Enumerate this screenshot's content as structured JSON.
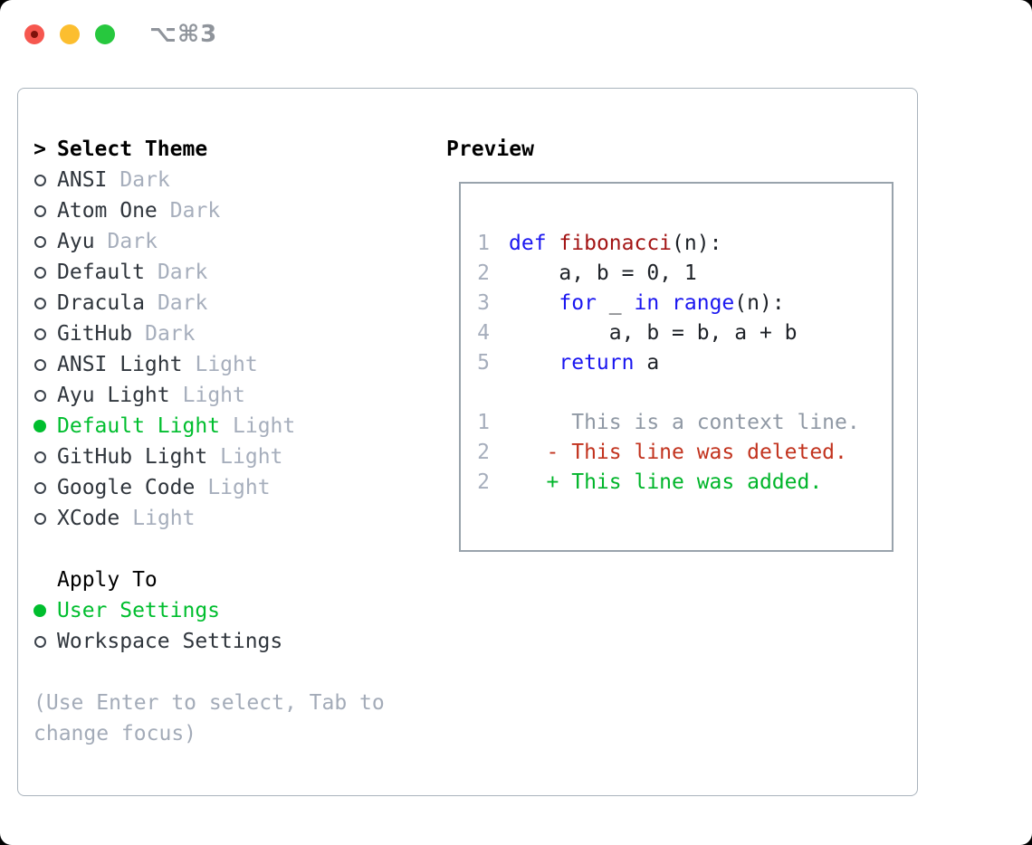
{
  "titlebar": {
    "title": "⌥⌘3"
  },
  "select_theme": {
    "marker": ">",
    "header": "Select Theme",
    "themes": [
      {
        "name": "ANSI",
        "tag": "Dark",
        "selected": false
      },
      {
        "name": "Atom One",
        "tag": "Dark",
        "selected": false
      },
      {
        "name": "Ayu",
        "tag": "Dark",
        "selected": false
      },
      {
        "name": "Default",
        "tag": "Dark",
        "selected": false
      },
      {
        "name": "Dracula",
        "tag": "Dark",
        "selected": false
      },
      {
        "name": "GitHub",
        "tag": "Dark",
        "selected": false
      },
      {
        "name": "ANSI Light",
        "tag": "Light",
        "selected": false
      },
      {
        "name": "Ayu Light",
        "tag": "Light",
        "selected": false
      },
      {
        "name": "Default Light",
        "tag": "Light",
        "selected": true
      },
      {
        "name": "GitHub Light",
        "tag": "Light",
        "selected": false
      },
      {
        "name": "Google Code",
        "tag": "Light",
        "selected": false
      },
      {
        "name": "XCode",
        "tag": "Light",
        "selected": false
      }
    ]
  },
  "apply_to": {
    "header": "Apply To",
    "options": [
      {
        "name": "User Settings",
        "selected": true
      },
      {
        "name": "Workspace Settings",
        "selected": false
      }
    ]
  },
  "hint": {
    "line1": "(Use Enter to select, Tab to",
    "line2": "change focus)"
  },
  "preview": {
    "header": "Preview",
    "lines": [
      {
        "num": "1",
        "tokens": [
          [
            "kw",
            "def"
          ],
          [
            "pl",
            " "
          ],
          [
            "fn",
            "fibonacci"
          ],
          [
            "pl",
            "(n):"
          ]
        ]
      },
      {
        "num": "2",
        "tokens": [
          [
            "pl",
            "    a, b = 0, 1"
          ]
        ]
      },
      {
        "num": "3",
        "tokens": [
          [
            "pl",
            "    "
          ],
          [
            "kw",
            "for"
          ],
          [
            "pl",
            " _ "
          ],
          [
            "kw",
            "in"
          ],
          [
            "pl",
            " "
          ],
          [
            "kw",
            "range"
          ],
          [
            "pl",
            "(n):"
          ]
        ]
      },
      {
        "num": "4",
        "tokens": [
          [
            "pl",
            "        a, b = b, a + b"
          ]
        ]
      },
      {
        "num": "5",
        "tokens": [
          [
            "pl",
            "    "
          ],
          [
            "kw",
            "return"
          ],
          [
            "pl",
            " a"
          ]
        ]
      },
      {
        "num": "",
        "tokens": []
      },
      {
        "num": "1",
        "tokens": [
          [
            "ctx",
            "     This is a context line."
          ]
        ]
      },
      {
        "num": "2",
        "tokens": [
          [
            "del",
            "   - This line was deleted."
          ]
        ]
      },
      {
        "num": "2",
        "tokens": [
          [
            "add",
            "   + This line was added."
          ]
        ]
      }
    ]
  },
  "colors": {
    "accent_green": "#00be2e",
    "keyword_blue": "#1a16f0",
    "function_red": "#a31515",
    "diff_red": "#c2331e",
    "diff_green": "#00b52a",
    "muted_gray": "#a6aebc",
    "traffic_red": "#f6574f",
    "traffic_yellow": "#fcbe2f",
    "traffic_green": "#27c83e"
  }
}
